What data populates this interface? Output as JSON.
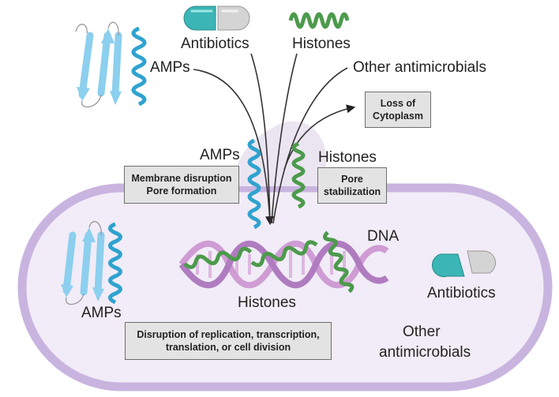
{
  "labels": {
    "antibiotics_top": "Antibiotics",
    "histones_top": "Histones",
    "amps_top": "AMPs",
    "other_top": "Other antimicrobials",
    "amps_membrane": "AMPs",
    "histones_membrane": "Histones",
    "dna": "DNA",
    "histones_inside": "Histones",
    "amps_inside": "AMPs",
    "antibiotics_inside": "Antibiotics",
    "other_inside_line1": "Other",
    "other_inside_line2": "antimicrobials"
  },
  "boxes": {
    "loss_line1": "Loss of",
    "loss_line2": "Cytoplasm",
    "membrane_line1": "Membrane disruption",
    "membrane_line2": "Pore formation",
    "pore_line1": "Pore",
    "pore_line2": "stabilization",
    "disruption_line1": "Disruption of replication, transcription,",
    "disruption_line2": "translation, or cell division"
  },
  "colors": {
    "cell_fill": "#f1ecf7",
    "membrane": "#c9b4e0",
    "amp_helix": "#2fa3cf",
    "amp_sheet": "#8ccfee",
    "histone": "#4c9a4c",
    "dna_strand": "#cf9cd4",
    "capsule_teal": "#3bb5b5",
    "capsule_grey": "#c8c8c8"
  }
}
